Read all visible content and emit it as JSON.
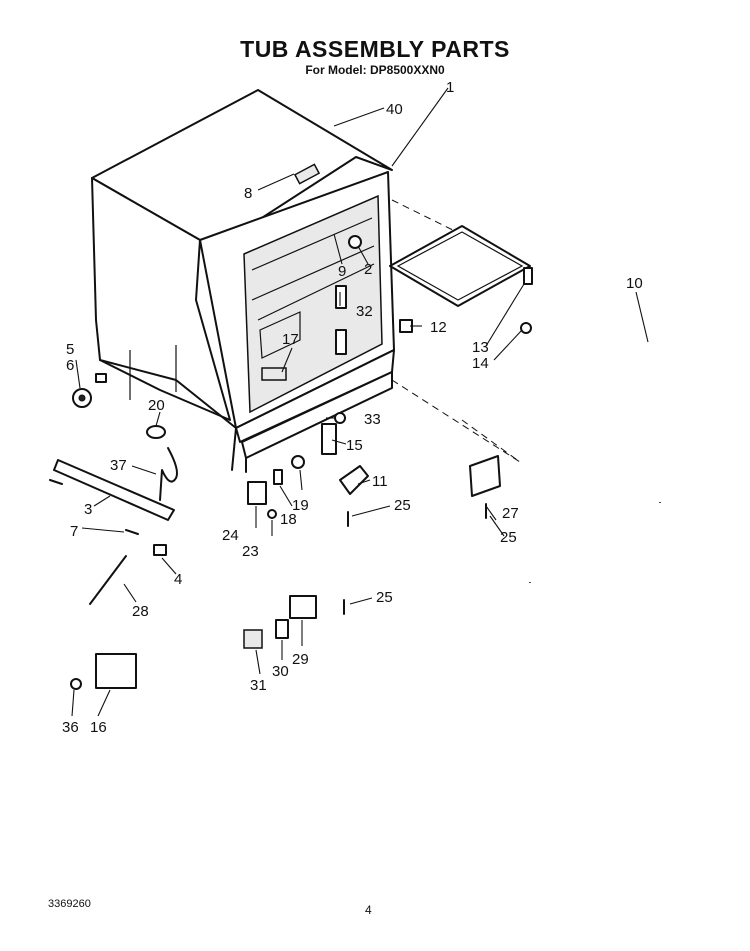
{
  "title": "TUB ASSEMBLY PARTS",
  "subtitle": "For Model: DP8500XXN0",
  "footer": {
    "doc_number": "3369260",
    "page_number": "4"
  },
  "callouts": [
    "1",
    "2",
    "3",
    "4",
    "5",
    "6",
    "7",
    "8",
    "9",
    "10",
    "11",
    "12",
    "13",
    "14",
    "15",
    "16",
    "17",
    "18",
    "19",
    "20",
    "23",
    "24",
    "25",
    "25",
    "25",
    "27",
    "28",
    "29",
    "30",
    "31",
    "32",
    "33",
    "36",
    "37",
    "40"
  ]
}
